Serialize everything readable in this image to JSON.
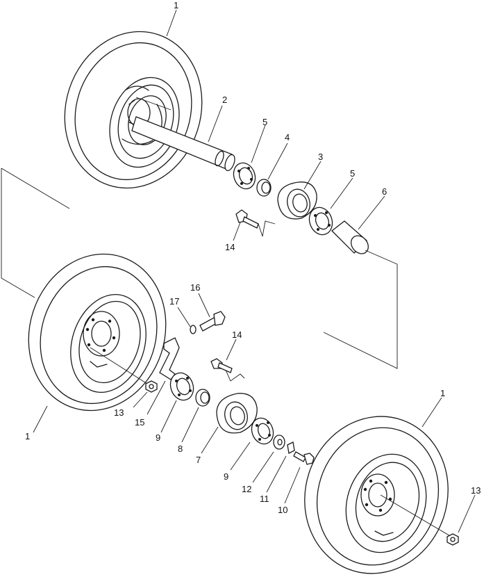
{
  "callouts": {
    "tire_top": "1",
    "axle_shaft": "2",
    "hub_upper": "3",
    "bushing_upper": "4",
    "bearing_upper_left": "5",
    "bearing_upper_right": "5",
    "sleeve": "6",
    "bolt_upper": "14",
    "tire_left": "1",
    "bolt_stud": "16",
    "washer_small": "17",
    "bolt_lower": "14",
    "nut_left": "13",
    "bracket": "15",
    "bearing_lower_left": "9",
    "bushing_lower": "8",
    "hub_lower": "7",
    "bearing_lower_right": "9",
    "seal": "12",
    "plate": "11",
    "bolt_small": "10",
    "tire_right": "1",
    "nut_right": "13"
  }
}
